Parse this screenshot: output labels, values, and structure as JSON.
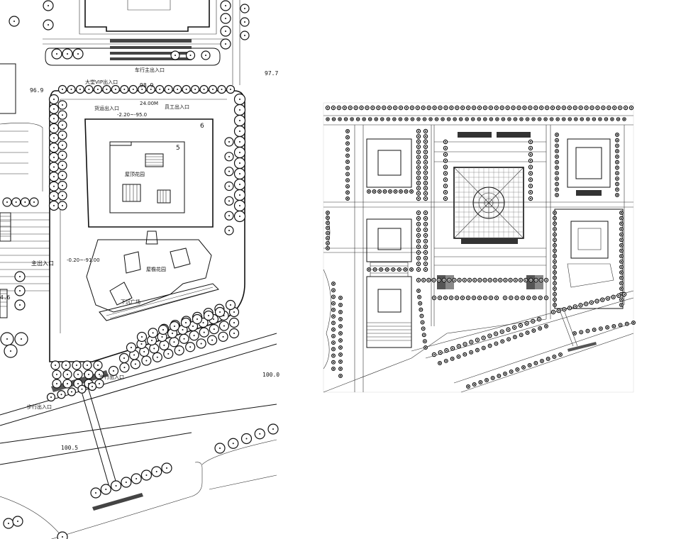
{
  "labels": {
    "main_entrance": "主出入口",
    "north_entrance": "车行主出入口",
    "vip_entrance": "大堂VIP出入口",
    "goods_entrance": "货运出入口",
    "staff_entrance": "员工出入口",
    "pedestrian_entrance": "步行出入口",
    "roof_garden": "屋顶花园",
    "sunken_plaza": "下沉广场",
    "entrance_plaza": "屋檐花园",
    "bldg_no_5": "5",
    "bldg_no_6": "6",
    "road_width": "24.00M",
    "dim_a": "-2.20~-95.0",
    "dim_b": "-0.20~-91.00"
  },
  "elevations": {
    "e969": "96.9",
    "e989": "98.9",
    "e977": "97.7",
    "e1000": "100.0",
    "e1005": "100.5",
    "e46": "4.6"
  }
}
